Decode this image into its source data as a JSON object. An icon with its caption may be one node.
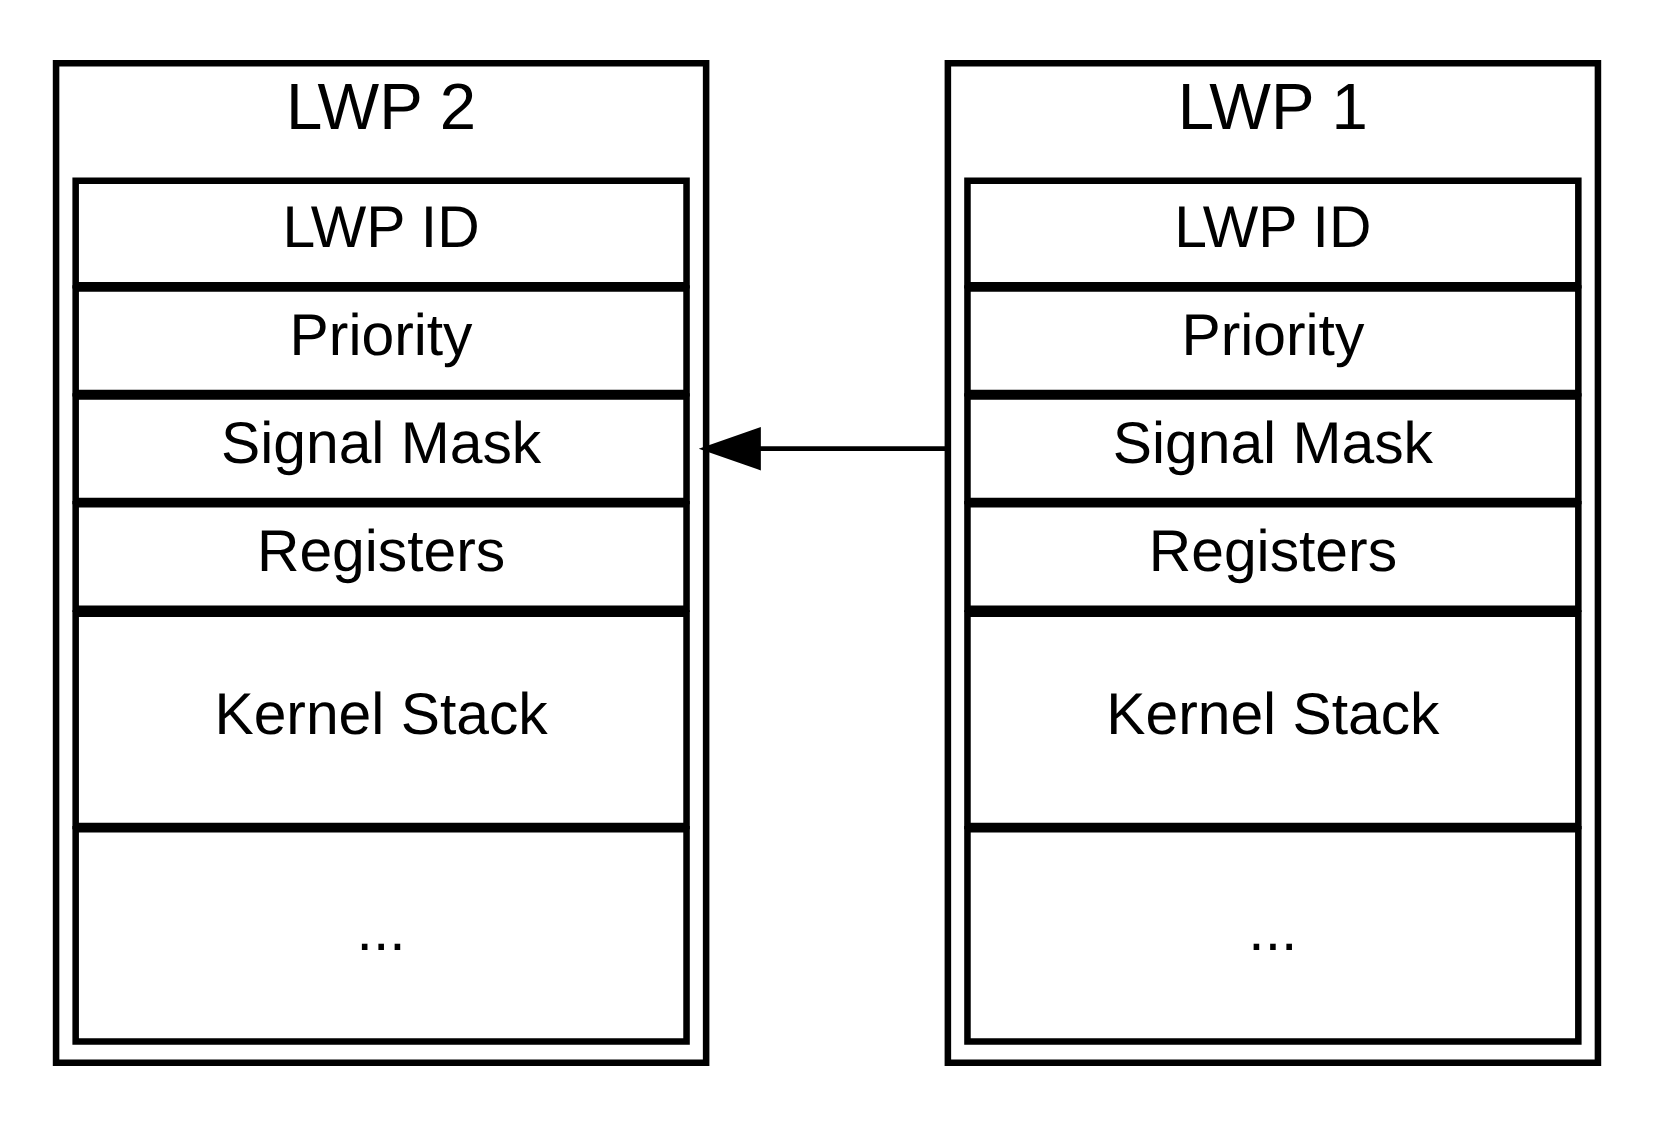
{
  "diagram": {
    "nodes": [
      {
        "text": [
          "LWP 2"
        ]
      },
      {
        "text": [
          "LWP ID"
        ],
        "in": 0
      },
      {
        "text": [
          "Priority"
        ],
        "in": 0
      },
      {
        "text": [
          "Signal Mask"
        ],
        "in": 0
      },
      {
        "text": [
          "Registers"
        ],
        "in": 0
      },
      {
        "text": [
          "Kernel Stack"
        ],
        "in": 0
      },
      {
        "text": [
          "..."
        ],
        "in": 0
      },
      {
        "text": [
          "LWP 1"
        ]
      },
      {
        "text": [
          "LWP ID"
        ],
        "in": 7
      },
      {
        "text": [
          "Priority"
        ],
        "in": 7
      },
      {
        "text": [
          "Signal Mask"
        ],
        "in": 7
      },
      {
        "text": [
          "Registers"
        ],
        "in": 7
      },
      {
        "text": [
          "Kernel Stack"
        ],
        "in": 7
      },
      {
        "text": [
          "..."
        ],
        "in": 7
      }
    ],
    "edges": [
      {
        "from": 7,
        "to": 0,
        "arrow": "to"
      }
    ]
  }
}
